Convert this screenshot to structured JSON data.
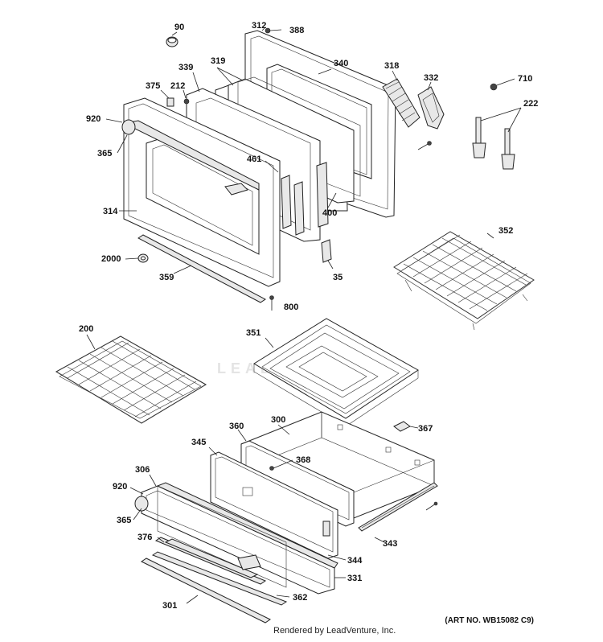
{
  "labels": {
    "l90": "90",
    "l312": "312",
    "l388": "388",
    "l339": "339",
    "l319": "319",
    "l340": "340",
    "l318": "318",
    "l332": "332",
    "l710": "710",
    "l222": "222",
    "l375": "375",
    "l212": "212",
    "l920a": "920",
    "l365a": "365",
    "l461": "461",
    "l314": "314",
    "l400": "400",
    "l352": "352",
    "l2000": "2000",
    "l359": "359",
    "l35": "35",
    "l800": "800",
    "l200": "200",
    "l351": "351",
    "l367": "367",
    "l300": "300",
    "l360": "360",
    "l345": "345",
    "l368": "368",
    "l306": "306",
    "l920b": "920",
    "l365b": "365",
    "l343": "343",
    "l376": "376",
    "l344": "344",
    "l331": "331",
    "l362": "362",
    "l301": "301"
  },
  "footer": {
    "credit": "Rendered by LeadVenture, Inc.",
    "art_no": "(ART NO. WB15082 C9)"
  },
  "watermark": "LEADVENTURE"
}
